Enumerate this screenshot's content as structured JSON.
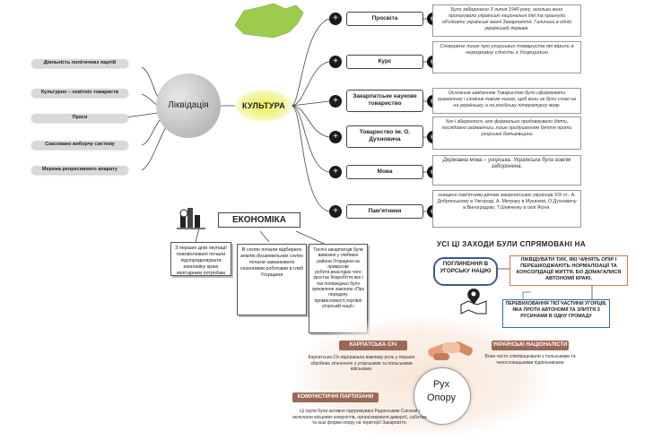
{
  "center": {
    "label": "Ліквідація"
  },
  "liquidation_items": [
    "Діяльність політичних партій",
    "Культурно – освітніх товариств",
    "Преси",
    "Скасовано виборчу систему",
    "Мережа репресивного апарату"
  ],
  "culture": {
    "title": "КУЛЬТУРА",
    "topics": [
      {
        "label": "Просвіта",
        "desc": "Було заборонено 3 липня 1940 року, оскільки воно пропагувало українські національні ідеї та прагнуло об'єднати українські землі Закарпаття. Галичини в одній українській державі."
      },
      {
        "label": "Курс",
        "desc": "Створене лише про угорських товариств які вірили в нерозривну єдність з Угорщиною"
      },
      {
        "label": "Закарпатське наукове товариство",
        "desc": "Основним завданням Товариство було сформувати граматику і словник таким чином, щоб вони не були схожі на на українську, а на російську літературну мову."
      },
      {
        "label": "Товариство ім. О. Духновича",
        "desc": "Хоч і збереглося, але формально продовжувало діяти, послідовно займаючись лише придушенням буття проти угорської батьківщини"
      },
      {
        "label": "Мова",
        "desc": "Державна мова – угорська. Українська була зовсім заборонена."
      },
      {
        "label": "Пам'ятники",
        "desc": "знищено пам'ятники діячам закарпатських українців XIX ст.: А. Добрянському в Ужгороді, А. Митраку в Мукачеві, О.Духновичу в Виноградові, Т.Шевченку в селі Ясіня."
      }
    ]
  },
  "economy": {
    "title": "ЕКОНОМІКА",
    "cards": [
      "З перших днів окупації пововолювачі почали підпорядковувати економіку краю мілітарним потребам",
      "В селян почали відбирати землю,безземельних селян почали заманювати сезонними роботами в глиб Угорщини",
      "Тисячі закарпатців були вивезені у глибинні райони Угорщини на примусові роботи,внаслідок чого зростає безробіття,яке і так попередньо було зумовлене законом «Про передачу промисловості,торгівлі угорській нації»"
    ]
  },
  "measures": {
    "title": "УСІ ЦІ ЗАХОДИ БУЛИ СПРЯМОВАНІ НА",
    "absorption": "ПОГЛИНЕННЯ В УГОРСЬКУ НАЦІЮ",
    "goal1": "ЛІКВІДУВАТИ ТИХ, ЯКІ ЧИНЯТЬ ОПІР І ПЕРЕШКОДЖАЮТЬ НОРМАЛІЗАЦІЇ ТА КОНСОЛІДАЦІЇ ЖИТТЯ, БО ДОМАГАЛИСЯ АВТОНОМІЇ КРАЮ.",
    "goal2": "ПЕРЕВИХОВАННЯ ТІЄЇ ЧАСТИНИ УГОРЦІВ, ЯКА ПРОТИ АВТОНОМІЇ ТА ЗЛИТТЯ З РУСИНАМИ В ОДНУ ГРОМАДУ"
  },
  "resistance": {
    "title": "Рух Опору",
    "groups": [
      {
        "label": "КАРПАТСЬКА СІЧ",
        "desc": "Карпатська Січ відігравала важливу роль у перших збройних зіткненнях з угорськими та польськими військами."
      },
      {
        "label": "УКРАЇНСЬКІ НАЦІОНАЛІСТИ",
        "desc": "Вони часто співпрацювали з польськими та чехословацькими підпільниками"
      },
      {
        "label": "КОМУНІСТИЧНІ ПАРТИЗАНИ",
        "desc": "Ці групи були активно підтримувані Радянським Союзом і включали місцевих комуністів, організовували диверсії, саботаж та інші форми опору на території Закарпаття."
      }
    ]
  },
  "colors": {
    "accent_yellow": "#e8ec52",
    "resistance_red": "#9c6756",
    "goal_orange": "#e07a3a",
    "goal_blue": "#2f6fb0"
  }
}
